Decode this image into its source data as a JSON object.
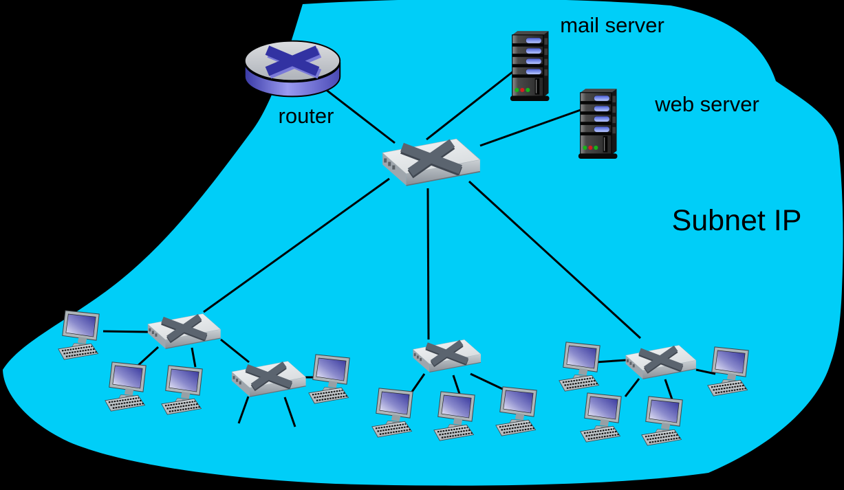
{
  "diagram": {
    "type": "network-topology",
    "description": "Cyan subnet cloud containing one router, five ethernet switches, two servers and eleven desktop computers connected by black links"
  },
  "labels": {
    "router": "router",
    "mail_server": "mail server",
    "web_server": "web server",
    "subnet": "Subnet IP"
  },
  "colors": {
    "background": "#000000",
    "subnet_fill": "#00CEF8",
    "link": "#000000",
    "text": "#000000",
    "router_cross": "#3232A2",
    "router_body": "#6B6BD6",
    "switch_cross": "#5B646F",
    "server_led_green": "#17B317",
    "server_led_red": "#D32020",
    "server_slot_blue": "#8899EE"
  },
  "topology": {
    "router_count": 1,
    "switch_count": 5,
    "server_count": 2,
    "computer_count": 11,
    "nodes": [
      {
        "id": "router",
        "type": "router",
        "label": "router"
      },
      {
        "id": "central-switch",
        "type": "switch"
      },
      {
        "id": "mail-server",
        "type": "server",
        "label": "mail server"
      },
      {
        "id": "web-server",
        "type": "server",
        "label": "web server"
      },
      {
        "id": "left-switch-a",
        "type": "switch"
      },
      {
        "id": "left-switch-b",
        "type": "switch"
      },
      {
        "id": "middle-switch",
        "type": "switch"
      },
      {
        "id": "right-switch",
        "type": "switch"
      },
      {
        "id": "pc-1",
        "type": "computer"
      },
      {
        "id": "pc-2",
        "type": "computer"
      },
      {
        "id": "pc-3",
        "type": "computer"
      },
      {
        "id": "pc-4",
        "type": "computer"
      },
      {
        "id": "pc-5",
        "type": "computer"
      },
      {
        "id": "pc-6",
        "type": "computer"
      },
      {
        "id": "pc-7",
        "type": "computer"
      },
      {
        "id": "pc-8",
        "type": "computer"
      },
      {
        "id": "pc-9",
        "type": "computer"
      },
      {
        "id": "pc-10",
        "type": "computer"
      },
      {
        "id": "pc-11",
        "type": "computer"
      }
    ],
    "edges": [
      {
        "from": "router",
        "to": "central-switch"
      },
      {
        "from": "central-switch",
        "to": "mail-server"
      },
      {
        "from": "central-switch",
        "to": "web-server"
      },
      {
        "from": "central-switch",
        "to": "left-switch-a"
      },
      {
        "from": "central-switch",
        "to": "middle-switch"
      },
      {
        "from": "central-switch",
        "to": "right-switch"
      },
      {
        "from": "pc-1",
        "to": "left-switch-a"
      },
      {
        "from": "left-switch-a",
        "to": "pc-2"
      },
      {
        "from": "left-switch-a",
        "to": "pc-3"
      },
      {
        "from": "left-switch-a",
        "to": "left-switch-b"
      },
      {
        "from": "left-switch-b",
        "to": "pc-4"
      },
      {
        "from": "left-switch-b",
        "to": "stub-down-left"
      },
      {
        "from": "left-switch-b",
        "to": "stub-down-right"
      },
      {
        "from": "middle-switch",
        "to": "pc-5"
      },
      {
        "from": "middle-switch",
        "to": "pc-6"
      },
      {
        "from": "middle-switch",
        "to": "pc-7"
      },
      {
        "from": "pc-8",
        "to": "right-switch"
      },
      {
        "from": "right-switch",
        "to": "pc-9"
      },
      {
        "from": "right-switch",
        "to": "pc-10"
      },
      {
        "from": "right-switch",
        "to": "pc-11"
      }
    ]
  }
}
